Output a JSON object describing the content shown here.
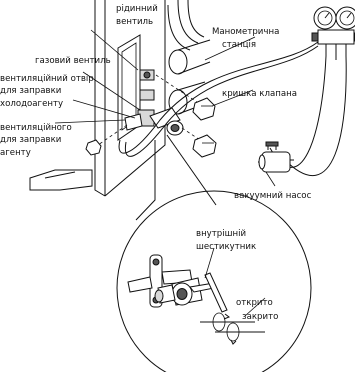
{
  "labels": {
    "liquid_valve": [
      "рідинний",
      "вентиль"
    ],
    "gas_valve": "газовий вентиль",
    "vent_hole": [
      "вентиляційний отвір",
      "для заправки",
      "холодоагенту"
    ],
    "vent_hole2": [
      "вентиляційного",
      "для заправки",
      "агенту"
    ],
    "manifold": [
      "Манометрична",
      "станція"
    ],
    "valve_cap": "кришка клапана",
    "vacuum_pump": "вакуумний насос",
    "hex_key": [
      "внутрішній",
      "шестикутник"
    ],
    "open": "открито",
    "close": "закрито"
  }
}
